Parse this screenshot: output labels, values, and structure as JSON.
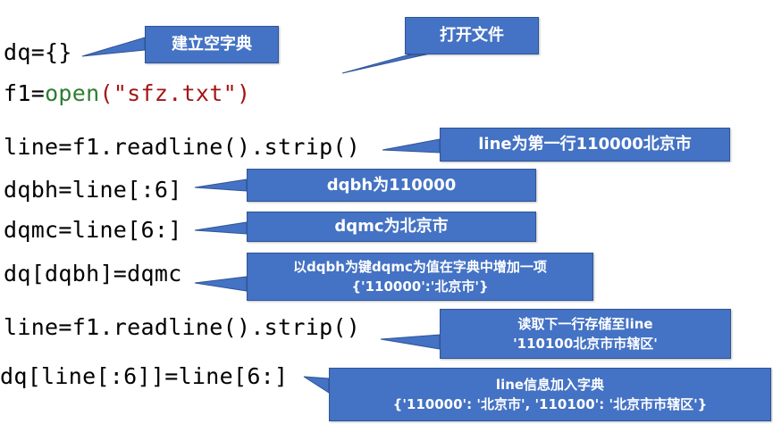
{
  "code": {
    "line1": {
      "pre": "dq={}",
      "kw": "",
      "str": ""
    },
    "line2": {
      "pre": "f1=",
      "kw": "open",
      "str": "(\"sfz.txt\")"
    },
    "line3": "line=f1.readline().strip()",
    "line4": "dqbh=line[:6]",
    "line5": "dqmc=line[6:]",
    "line6": "dq[dqbh]=dqmc",
    "line7": "line=f1.readline().strip()",
    "line8": "dq[line[:6]]=line[6:]"
  },
  "callouts": {
    "c1": "建立空字典",
    "c2": "打开文件",
    "c3": "line为第一行110000北京市",
    "c4": "dqbh为110000",
    "c5": "dqmc为北京市",
    "c6": [
      "以dqbh为键dqmc为值在字典中增加一项",
      "{'110000':'北京市'}"
    ],
    "c7": [
      "读取下一行存储至line",
      "'110100北京市市辖区'"
    ],
    "c8": [
      "line信息加入字典",
      "{'110000': '北京市', '110100': '北京市市辖区'}"
    ]
  },
  "colors": {
    "callout_fill": "#4472c4",
    "callout_border": "#2f5597",
    "keyword": "#2e7d32",
    "string": "#a31515"
  }
}
